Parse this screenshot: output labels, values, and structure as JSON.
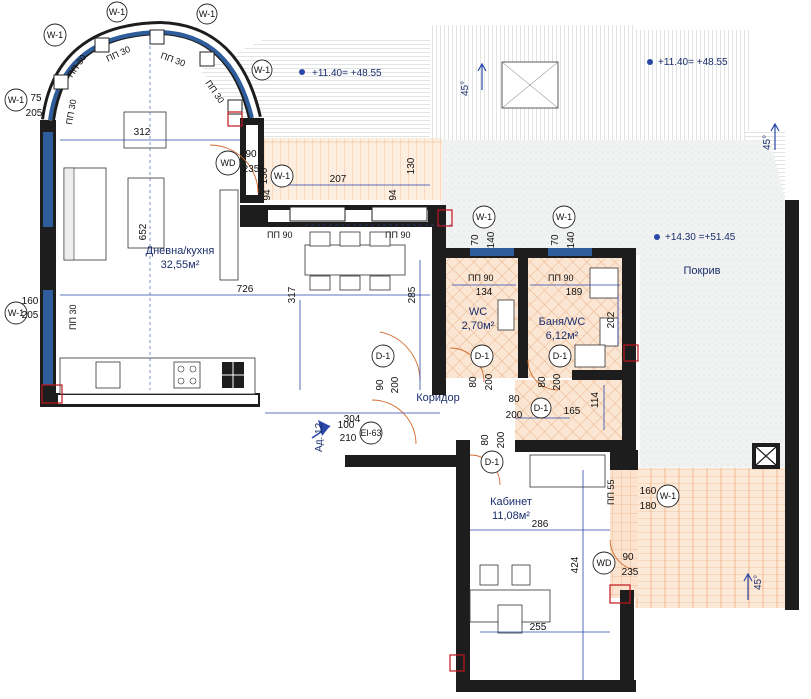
{
  "rooms": {
    "living": {
      "name": "Дневна/кухня",
      "area": "32,55м²"
    },
    "wc": {
      "name": "WC",
      "area": "2,70м²"
    },
    "bath": {
      "name": "Баня/WC",
      "area": "6,12м²"
    },
    "office": {
      "name": "Кабинет",
      "area": "11,08м²"
    },
    "corridor": {
      "name": "Коридор"
    },
    "roof": {
      "name": "Покрив"
    }
  },
  "levels": {
    "terrace_left": "+11.40= +48.55",
    "terrace_right": "+11.40= +48.55",
    "roof": "+14.30 =+51.45"
  },
  "slopes": [
    "45°",
    "45°",
    "45°"
  ],
  "tags": {
    "window": "W-1",
    "door": "D-1",
    "wd": "WD",
    "entry": "El-63",
    "level_mark": "Ад. 12"
  },
  "sills": {
    "pp30": "ПП 30",
    "pp90": "ПП 90",
    "pp55": "ПП 55"
  },
  "dimensions": {
    "d312": "312",
    "d652": "652",
    "d726": "726",
    "d317": "317",
    "d285": "285",
    "d207": "207",
    "d134": "134",
    "d189": "189",
    "d202": "202",
    "d304": "304",
    "d165": "165",
    "d114": "114",
    "d286": "286",
    "d424": "424",
    "d255": "255",
    "d160": "160",
    "d205": "205",
    "d75": "75",
    "d90": "90",
    "d235": "235",
    "d130": "130",
    "d94": "94",
    "d70": "70",
    "d140": "140",
    "d80": "80",
    "d200": "200",
    "d100": "100",
    "d210": "210",
    "d180": "180"
  }
}
